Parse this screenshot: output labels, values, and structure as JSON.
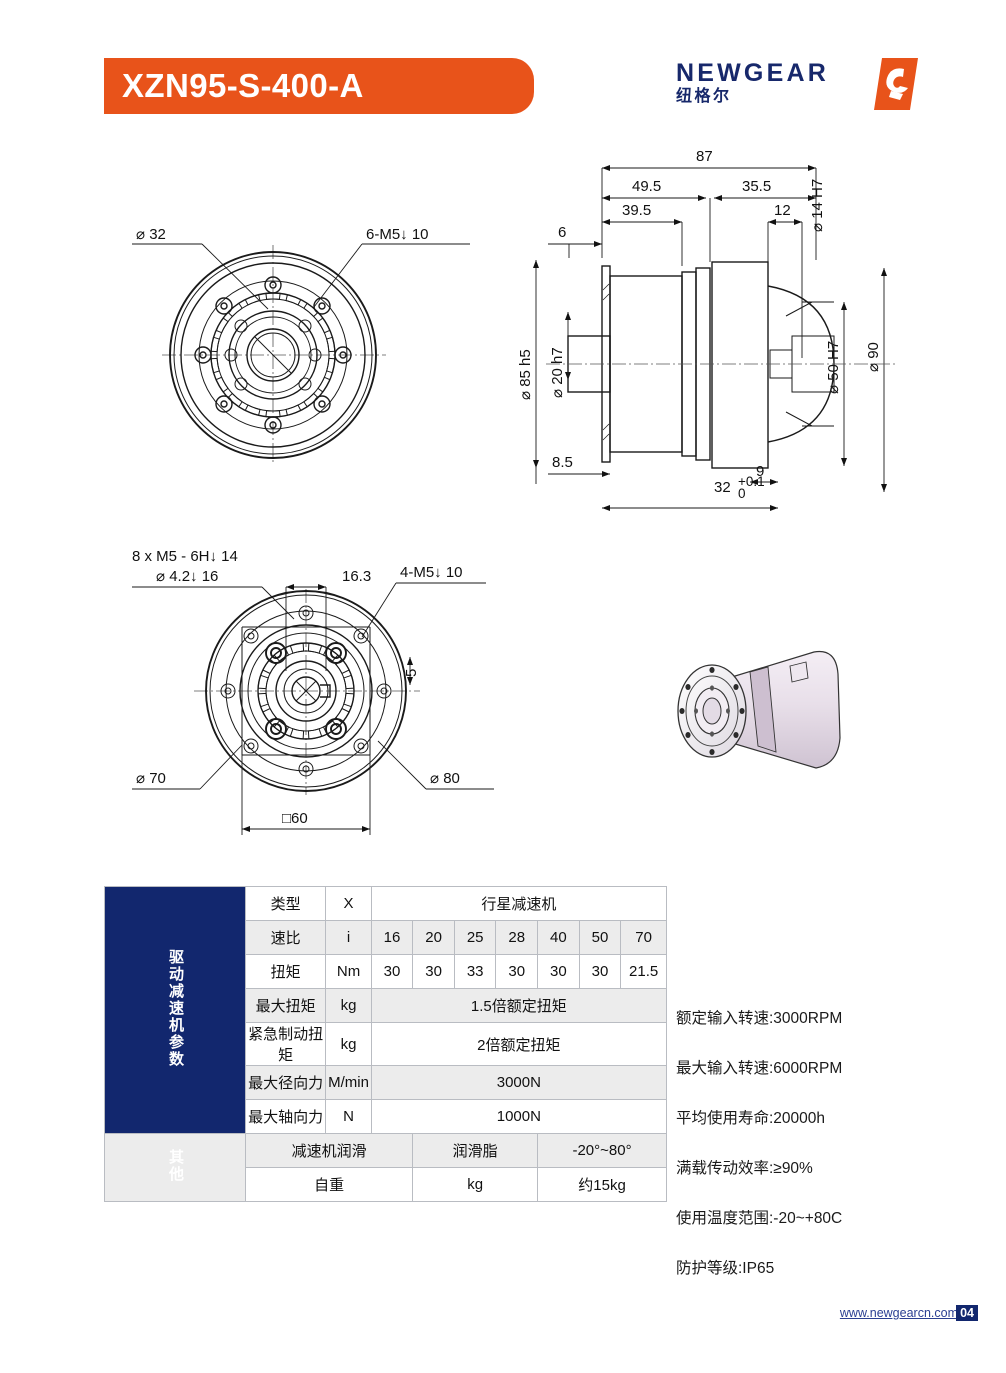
{
  "header": {
    "model_title": "XZN95-S-400-A",
    "brand_name": "NEWGEAR",
    "brand_name_cn": "纽格尔",
    "banner_color": "#e8531a",
    "brand_color": "#17286b"
  },
  "drawings": {
    "front_view": {
      "labels": {
        "bore": "⌀ 32",
        "holes": "6-M5↓ 10"
      }
    },
    "section_view": {
      "labels": {
        "total_length": "87",
        "dim_49_5": "49.5",
        "dim_35_5": "35.5",
        "dim_39_5": "39.5",
        "dim_6": "6",
        "dim_12": "12",
        "dim_8_5": "8.5",
        "dim_9": "9",
        "dia_14h7": "⌀ 14 H7",
        "dia_85h5": "⌀ 85 h5",
        "dia_20h7": "⌀ 20 h7",
        "dia_50h7": "⌀ 50 H7",
        "dia_90": "⌀ 90",
        "tol_base": "32",
        "tol_upper": "+0.1",
        "tol_lower": "0"
      }
    },
    "rear_view": {
      "labels": {
        "thread_8x": "8 x  M5 - 6H↓ 14",
        "drill_4_2": "⌀ 4.2↓ 16",
        "dim_16_3": "16.3",
        "holes_4m5": "4-M5↓ 10",
        "dim_5": "5",
        "dia_70": "⌀ 70",
        "dia_80": "⌀ 80",
        "square_60": "□60"
      }
    },
    "product_render": {
      "name": "gearbox-3d-render"
    }
  },
  "spec_table": {
    "group_label_main": "驱动减速机参数",
    "group_label_other": "其他",
    "rows": {
      "type": {
        "label": "类型",
        "unit": "X",
        "value": "行星减速机"
      },
      "ratio": {
        "label": "速比",
        "unit": "i",
        "values": [
          "16",
          "20",
          "25",
          "28",
          "40",
          "50",
          "70"
        ]
      },
      "torque": {
        "label": "扭矩",
        "unit": "Nm",
        "values": [
          "30",
          "30",
          "33",
          "30",
          "30",
          "30",
          "21.5"
        ]
      },
      "max_torque": {
        "label": "最大扭矩",
        "unit": "kg",
        "value": "1.5倍额定扭矩"
      },
      "brake_torque": {
        "label": "紧急制动扭矩",
        "unit": "kg",
        "value": "2倍额定扭矩"
      },
      "radial_force": {
        "label": "最大径向力",
        "unit": "M/min",
        "value": "3000N"
      },
      "axial_force": {
        "label": "最大轴向力",
        "unit": "N",
        "value": "1000N"
      },
      "lubrication": {
        "label": "减速机润滑",
        "mid": "润滑脂",
        "value": "-20°~80°"
      },
      "weight": {
        "label": "自重",
        "mid": "kg",
        "value": "约15kg"
      }
    }
  },
  "spec_list": [
    "额定输入转速:3000RPM",
    "最大输入转速:6000RPM",
    "平均使用寿命:20000h",
    "满载传动效率:≥90%",
    "使用温度范围:-20~+80C",
    "防护等级:IP65"
  ],
  "footer": {
    "url": "www.newgearcn.com",
    "page": "04"
  }
}
